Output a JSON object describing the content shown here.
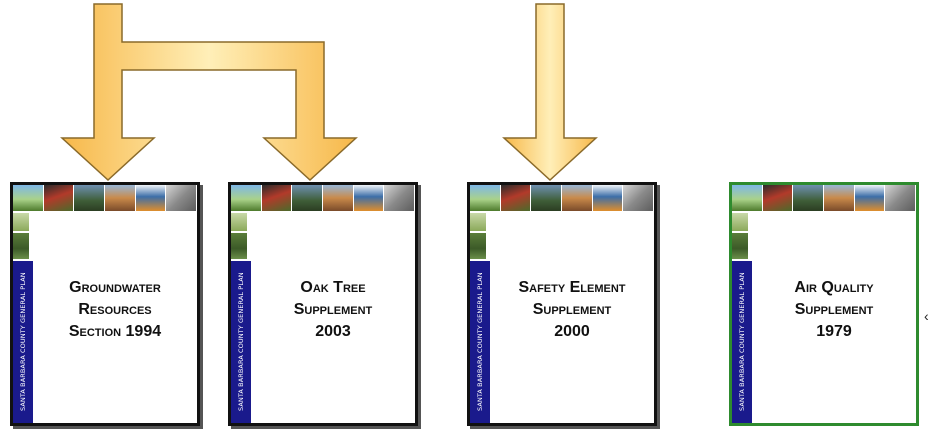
{
  "colors": {
    "arrow_fill_top": "#fff2c4",
    "arrow_fill_bottom": "#f5a623",
    "arrow_stroke": "#8a6a2a",
    "band": "#1a1a8c",
    "border": "#111111",
    "highlight_border": "#2e8b2e"
  },
  "band_label": "Santa Barbara County General Plan",
  "documents": [
    {
      "title_lines": [
        "Groundwater",
        "Resources",
        "Section 1994"
      ]
    },
    {
      "title_lines": [
        "Oak Tree",
        "Supplement",
        "2003"
      ]
    },
    {
      "title_lines": [
        "Safety Element",
        "Supplement",
        "2000"
      ]
    },
    {
      "title_lines": [
        "Air Quality",
        "Supplement",
        "1979"
      ]
    }
  ],
  "edge_mark": "‹"
}
